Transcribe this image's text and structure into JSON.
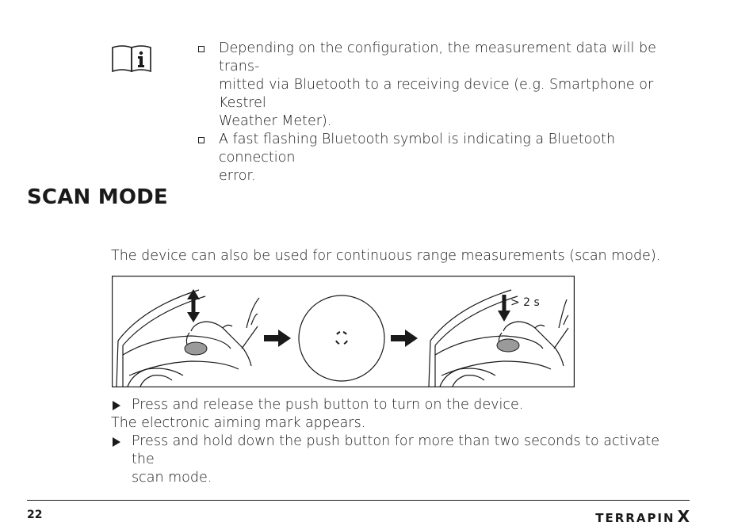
{
  "notes": {
    "items": [
      "Depending on the configuration, the measurement data will be trans-\nmitted via Bluetooth to a receiving device (e.g. Smartphone or Kestrel\nWeather Meter).",
      "A fast flashing Bluetooth symbol is indicating a Bluetooth connection\nerror."
    ]
  },
  "section": {
    "title": "SCAN MODE"
  },
  "intro": "The device can also be used for continuous range measurements (scan mode).",
  "figure": {
    "hold_label": "> 2 s"
  },
  "steps": {
    "step1": "Press and release the push button to turn on the device.",
    "result1": "The electronic aiming mark appears.",
    "step2": "Press and hold down the push button for more than two seconds to activate the\nscan mode."
  },
  "footer": {
    "page_number": "22",
    "brand_main": "TERRAPIN",
    "brand_x": "X"
  },
  "colors": {
    "text": "#1a1a1a",
    "background": "#ffffff"
  }
}
